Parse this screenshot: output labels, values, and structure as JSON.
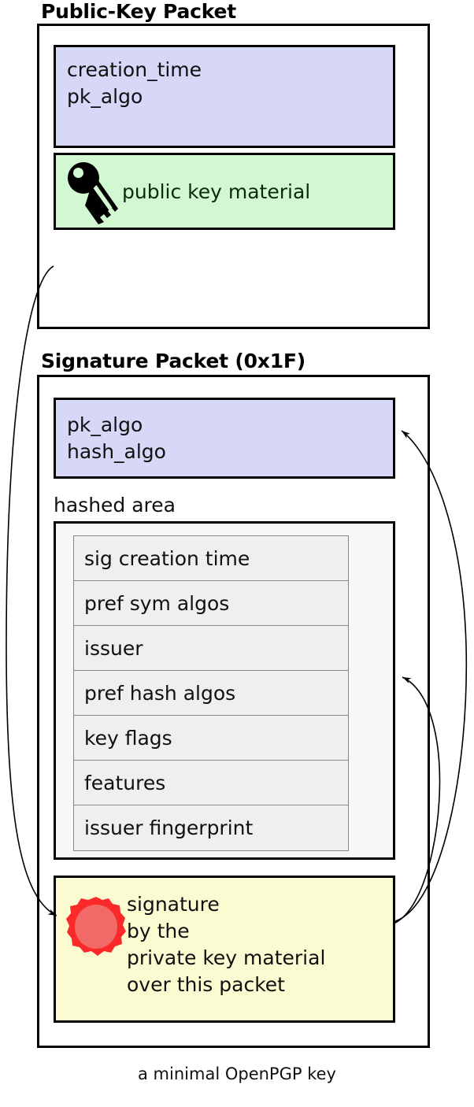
{
  "caption": "a minimal OpenPGP key",
  "colors": {
    "meta_block": "#d7d7f8",
    "key_material_block": "#d2f8d2",
    "signature_block": "#fbfbd2",
    "hashed_area": "#f7f7f7",
    "subpacket_row": "#efefef",
    "seal_outer": "#fa2a2a",
    "seal_inner": "#f26a68",
    "stroke": "#000000"
  },
  "public_key_packet": {
    "title": "Public-Key Packet",
    "meta_fields": "creation_time\npk_algo\n\n...",
    "key_material": {
      "icon": "key-icon",
      "label": "public key material"
    }
  },
  "signature_packet": {
    "title": "Signature Packet (0x1F)",
    "algo_fields": "pk_algo\nhash_algo",
    "hashed_area": {
      "label": "hashed area",
      "subpackets": [
        "sig creation time",
        "pref sym algos",
        "issuer",
        "pref hash algos",
        "key flags",
        "features",
        "issuer fingerprint"
      ]
    },
    "signature": {
      "icon": "wax-seal-icon",
      "text": "signature\nby the\nprivate key material\nover this packet"
    }
  },
  "arrows": [
    {
      "name": "public-key-to-signature",
      "from": "public-key-packet-body",
      "to": "signature-block"
    },
    {
      "name": "signature-to-sig-algo",
      "from": "signature-block",
      "to": "sig-algo-block"
    },
    {
      "name": "signature-to-hashed-area",
      "from": "signature-block",
      "to": "hashed-area"
    }
  ]
}
